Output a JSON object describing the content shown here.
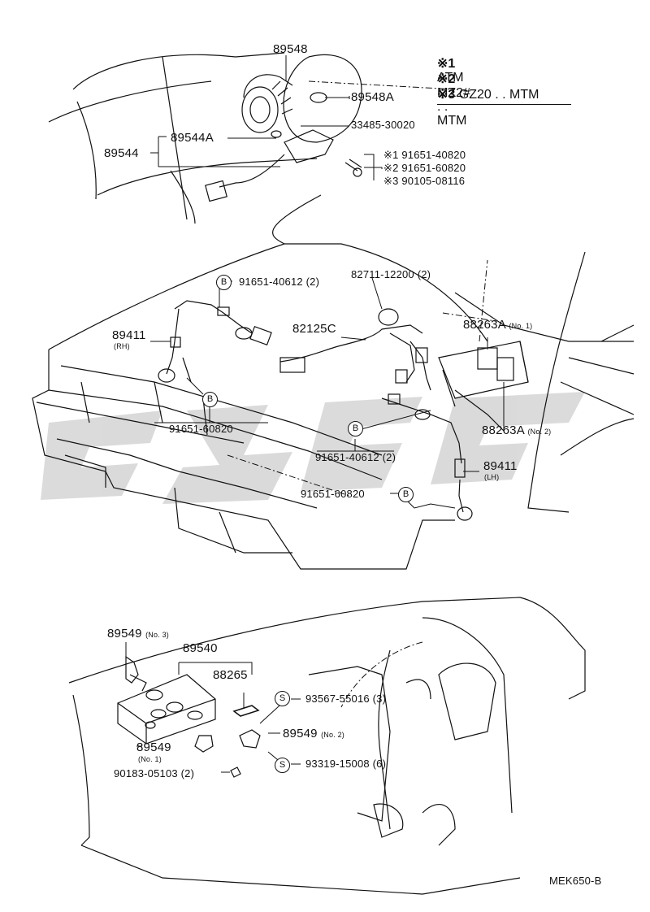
{
  "legend": [
    {
      "mark": "※1",
      "text": "ATM"
    },
    {
      "mark": "※2",
      "text": "MZ2# . . MTM"
    },
    {
      "mark": "※3",
      "text": "GZ20 . . MTM"
    }
  ],
  "top_parts": {
    "p89548": "89548",
    "p89548A": "89548A",
    "p33485": "33485-30020",
    "p89544A": "89544A",
    "p89544": "89544",
    "bolt1": "※1  91651-40820",
    "bolt2": "※2  91651-60820",
    "bolt3": "※3  90105-08116"
  },
  "engine_parts": {
    "bolt_a": "91651-40612",
    "bolt_a_qty": "(2)",
    "clamp": "82711-12200",
    "clamp_qty": "(2)",
    "wire": "82125C",
    "relay1": "88263A",
    "relay1_no": "(No. 1)",
    "sensor_rh": "89411",
    "sensor_rh_side": "(RH)",
    "bolt_b": "91651-60820",
    "relay2": "88263A",
    "relay2_no": "(No. 2)",
    "bolt_c": "91651-40612",
    "bolt_c_qty": "(2)",
    "sensor_lh": "89411",
    "sensor_lh_side": "(LH)",
    "bolt_d": "91651-60820"
  },
  "dash_parts": {
    "bracket3": "89549",
    "bracket3_no": "(No. 3)",
    "computer": "89540",
    "label": "88265",
    "screw1": "93567-55016",
    "screw1_qty": "(3)",
    "bracket2": "89549",
    "bracket2_no": "(No. 2)",
    "bracket1": "89549",
    "bracket1_no": "(No. 1)",
    "nut": "90183-05103",
    "nut_qty": "(2)",
    "screw2": "93319-15008",
    "screw2_qty": "(6)"
  },
  "circle_marks": {
    "b": "B",
    "s": "S"
  },
  "footer_code": "MEK650-B"
}
